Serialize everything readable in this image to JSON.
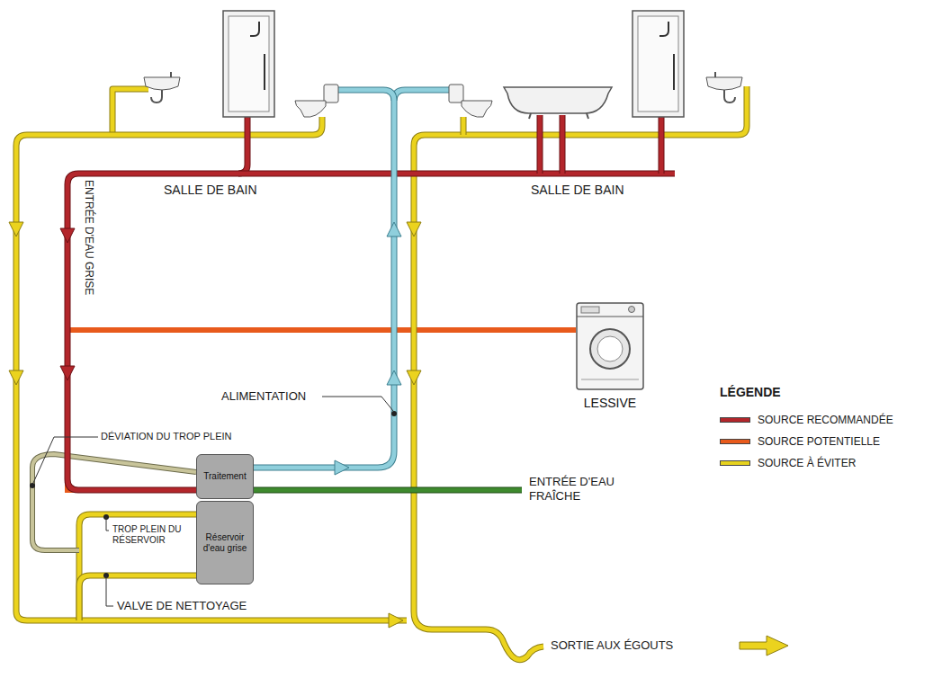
{
  "diagram": {
    "nodes": [
      {
        "text": [
          "LESSIVE"
        ]
      },
      {
        "text": [
          "Traitement"
        ]
      },
      {
        "text": [
          "Réservoir d'eau grise"
        ]
      }
    ],
    "edges": [
      {
        "from": 0,
        "to": 1,
        "arrow": "none"
      }
    ],
    "labels": [
      "SALLE DE BAIN",
      "SALLE DE BAIN",
      "ENTRÉE D'EAU GRISE",
      "ALIMENTATION",
      "DÉVIATION DU TROP PLEIN",
      "ENTRÉE D'EAU FRAÎCHE",
      "TROP PLEIN DU RÉSERVOIR",
      "VALVE DE NETTOYAGE",
      "SORTIE AUX ÉGOUTS",
      "LÉGENDE"
    ],
    "legend": [
      {
        "text": "SOURCE RECOMMANDÉE",
        "color": "#b3262b"
      },
      {
        "text": "SOURCE POTENTIELLE",
        "color": "#e85a1c"
      },
      {
        "text": "SOURCE À ÉVITER",
        "color": "#e6d21e"
      }
    ]
  }
}
